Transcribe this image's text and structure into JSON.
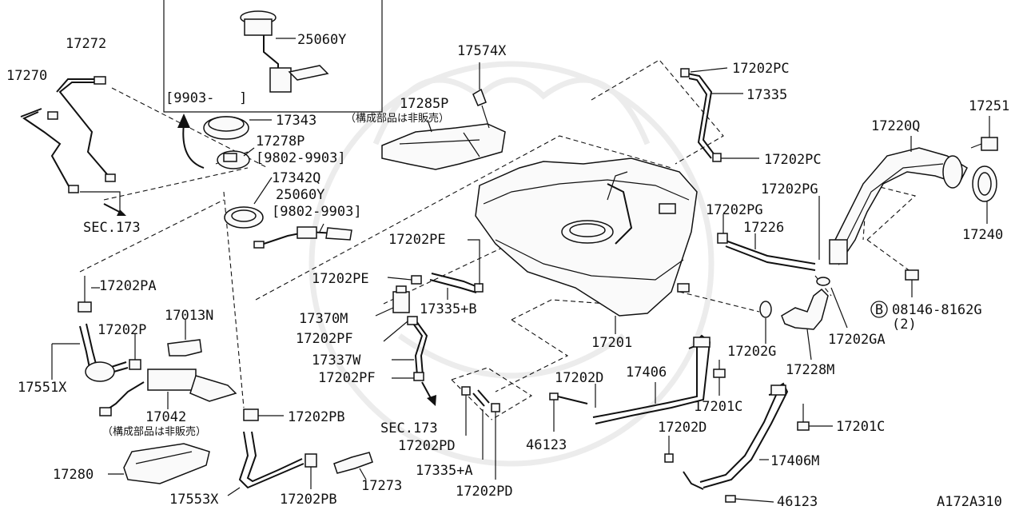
{
  "diagram_id": "A172A310",
  "labels": {
    "p17272": "17272",
    "p17270": "17270",
    "sec173_top": "SEC.173",
    "p25060y_top": "25060Y",
    "range_9903": "[9903-   ]",
    "p17343": "17343",
    "p17278p": "17278P",
    "range_9802_9903_a": "[9802-9903]",
    "p17342q": "17342Q",
    "p25060y": "25060Y",
    "range_9802_9903_b": "[9802-9903]",
    "p17574x": "17574X",
    "p17285p": "17285P",
    "jp_not_sold_a": "（構成部品は非販売）",
    "p17202pc_a": "17202PC",
    "p17335": "17335",
    "p17202pc_b": "17202PC",
    "p17251": "17251",
    "p17220q": "17220Q",
    "p17202pg_a": "17202PG",
    "p17202pg_b": "17202PG",
    "p17226": "17226",
    "p17240": "17240",
    "p17202pe_a": "17202PE",
    "p17202pe_b": "17202PE",
    "p17335b": "17335+B",
    "p17370m": "17370M",
    "p17202pa": "17202PA",
    "p17013n": "17013N",
    "p17202p": "17202P",
    "p17551x": "17551X",
    "p17042": "17042",
    "jp_not_sold_b": "（構成部品は非販売）",
    "p17202pb_a": "17202PB",
    "p17280": "17280",
    "p17553x": "17553X",
    "p17202pb_b": "17202PB",
    "p17273": "17273",
    "p17202pf_a": "17202PF",
    "p17337w": "17337W",
    "p17202pf_b": "17202PF",
    "sec173_mid": "SEC.173",
    "p17202pd_a": "17202PD",
    "p17335a": "17335+A",
    "p17202pd_b": "17202PD",
    "p17201": "17201",
    "p17202d_a": "17202D",
    "p17406": "17406",
    "p46123_a": "46123",
    "p17201c_a": "17201C",
    "p17202d_b": "17202D",
    "p17201c_b": "17201C",
    "p17406m": "17406M",
    "p46123_b": "46123",
    "p17202g": "17202G",
    "p17202ga": "17202GA",
    "p17228m": "17228M",
    "bolt_prefix": "B",
    "p08146": "08146-8162G",
    "qty_2": "(2)"
  }
}
